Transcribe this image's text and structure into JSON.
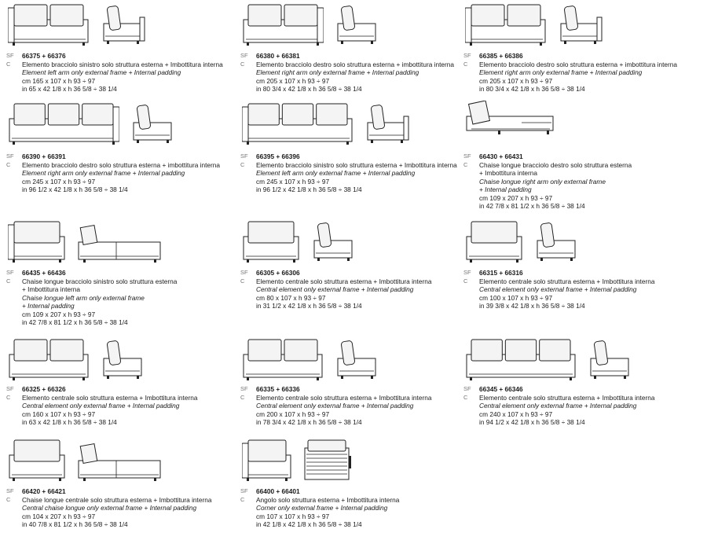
{
  "labels": {
    "sf": "SF",
    "c": "C"
  },
  "items": [
    {
      "code": "66375 + 66376",
      "it": "Elemento bracciolo sinistro solo struttura esterna + Imbottitura interna",
      "en": "Element left arm only external frame + Internal padding",
      "cm": "cm 165 x 107 x h 93 ÷ 97",
      "in": "in 65 x 42 1/8 x h 36 5/8 ÷ 38 1/4",
      "front": {
        "cushions": 2,
        "arm": "left"
      },
      "side": "arm"
    },
    {
      "code": "66380 + 66381",
      "it": "Elemento bracciolo destro solo struttura esterna + imbottitura interna",
      "en": "Element right arm only external frame + Internal padding",
      "cm": "cm 205 x 107 x h 93 ÷ 97",
      "in": "in 80 3/4 x 42 1/8 x h 36 5/8 ÷ 38 1/4",
      "front": {
        "cushions": 2,
        "arm": "right"
      },
      "side": "open"
    },
    {
      "code": "66385 + 66386",
      "it": "Elemento bracciolo destro solo struttura esterna + imbottitura interna",
      "en": "Element right arm only external frame + Internal padding",
      "cm": "cm 205 x 107 x h 93 ÷ 97",
      "in": "in 80 3/4 x 42 1/8 x h 36 5/8 ÷ 38 1/4",
      "front": {
        "cushions": 2,
        "arm": "left"
      },
      "side": "arm"
    },
    {
      "code": "66390 + 66391",
      "it": "Elemento bracciolo destro solo struttura esterna + imbottitura interna",
      "en": "Element right arm only external frame + Internal padding",
      "cm": "cm 245 x 107 x h 93 ÷ 97",
      "in": "in 96 1/2 x 42 1/8 x h 36 5/8 ÷ 38 1/4",
      "front": {
        "cushions": 3,
        "arm": "right"
      },
      "side": "open"
    },
    {
      "code": "66395 + 66396",
      "it": "Elemento bracciolo sinistro solo struttura esterna + Imbottitura interna",
      "en": "Element left arm only external frame + Internal padding",
      "cm": "cm 245 x 107 x h 93 ÷ 97",
      "in": "in 96 1/2 x 42 1/8 x h 36 5/8 ÷ 38 1/4",
      "front": {
        "cushions": 3,
        "arm": "left"
      },
      "side": "arm"
    },
    {
      "code": "66430 + 66431",
      "it": "Chaise longue bracciolo destro solo struttura esterna",
      "it2": "+ Imbottitura interna",
      "en": "Chaise longue right arm only external frame",
      "en2": "+ Internal padding",
      "cm": "cm 109 x 207 x h 93 ÷ 97",
      "in": "in 42 7/8 x 81 1/2 x h 36 5/8 ÷ 38 1/4",
      "front": {
        "cushions": 1,
        "arm": "chaise"
      },
      "side": "none"
    },
    {
      "code": "66435 + 66436",
      "it": "Chaise longue bracciolo sinistro solo struttura esterna",
      "it2": "+ Imbottitura interna",
      "en": "Chaise longue left arm only external frame",
      "en2": "+ Internal padding",
      "cm": "cm 109 x 207 x h 93 ÷ 97",
      "in": "in 42 7/8 x 81 1/2 x h 36 5/8 ÷ 38 1/4",
      "front": {
        "cushions": 1,
        "arm": "left"
      },
      "side": "chaise"
    },
    {
      "code": "66305 + 66306",
      "it": "Elemento centrale solo struttura esterna + Imbottitura interna",
      "en": "Central element only external frame + Internal padding",
      "cm": "cm 80 x 107 x h 93 ÷ 97",
      "in": "in 31 1/2 x 42 1/8 x h 36 5/8 ÷ 38 1/4",
      "front": {
        "cushions": 1,
        "arm": "none"
      },
      "side": "open"
    },
    {
      "code": "66315 + 66316",
      "it": "Elemento centrale solo struttura esterna + Imbottitura interna",
      "en": "Central element only external frame + Internal padding",
      "cm": "cm 100 x 107 x h 93 ÷ 97",
      "in": "in 39 3/8 x 42 1/8 x h 36 5/8 ÷ 38 1/4",
      "front": {
        "cushions": 1,
        "arm": "none"
      },
      "side": "open"
    },
    {
      "code": "66325 + 66326",
      "it": "Elemento centrale solo struttura esterna + Imbottitura interna",
      "en": "Central element only external frame + Internal padding",
      "cm": "cm 160 x 107 x h 93 ÷ 97",
      "in": "in 63 x 42 1/8 x h 36 5/8 ÷ 38 1/4",
      "front": {
        "cushions": 2,
        "arm": "none"
      },
      "side": "open"
    },
    {
      "code": "66335 + 66336",
      "it": "Elemento centrale solo struttura esterna + Imbottitura interna",
      "en": "Central element only external frame + Internal padding",
      "cm": "cm 200 x 107 x h 93 ÷ 97",
      "in": "in 78 3/4 x 42 1/8 x h 36 5/8 ÷ 38 1/4",
      "front": {
        "cushions": 2,
        "arm": "none"
      },
      "side": "open"
    },
    {
      "code": "66345 + 66346",
      "it": "Elemento centrale solo struttura esterna + Imbottitura interna",
      "en": "Central element only external frame + Internal padding",
      "cm": "cm 240 x 107 x h 93 ÷ 97",
      "in": "in 94 1/2 x 42 1/8 x h 36 5/8 ÷ 38 1/4",
      "front": {
        "cushions": 3,
        "arm": "none"
      },
      "side": "open"
    },
    {
      "code": "66420 + 66421",
      "it": "Chaise longue centrale solo struttura esterna + Imbottitura interna",
      "en": "Central chaise longue only external frame + Internal padding",
      "cm": "cm 104 x 207 x h 93 ÷ 97",
      "in": "in 40 7/8 x 81 1/2 x h 36 5/8 ÷ 38 1/4",
      "front": {
        "cushions": 1,
        "arm": "none"
      },
      "side": "chaise"
    },
    {
      "code": "66400 + 66401",
      "it": "Angolo solo struttura esterna + Imbottitura interna",
      "en": "Corner only external frame + Internal padding",
      "cm": "cm 107 x 107 x h 93 ÷ 97",
      "in": "in 42 1/8 x 42 1/8 x h 36 5/8 ÷ 38 1/4",
      "front": {
        "cushions": 1,
        "arm": "corner"
      },
      "side": "corner"
    }
  ]
}
